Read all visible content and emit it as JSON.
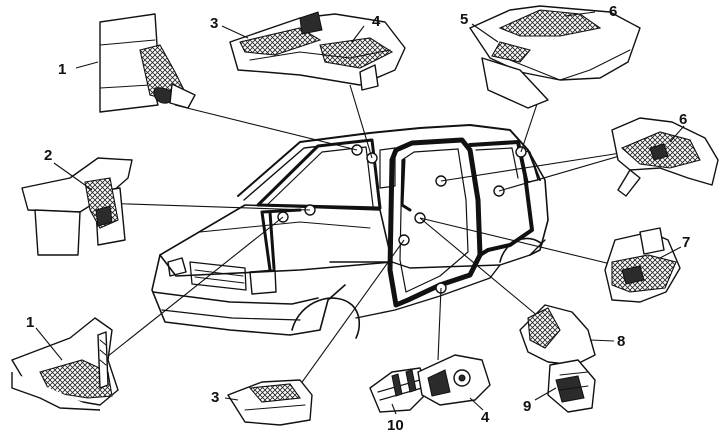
{
  "callouts": [
    {
      "id": "c1a",
      "text": "1"
    },
    {
      "id": "c2",
      "text": "2"
    },
    {
      "id": "c1b",
      "text": "1"
    },
    {
      "id": "c3a",
      "text": "3"
    },
    {
      "id": "c4a",
      "text": "4"
    },
    {
      "id": "c5",
      "text": "5"
    },
    {
      "id": "c6a",
      "text": "6"
    },
    {
      "id": "c6b",
      "text": "6"
    },
    {
      "id": "c7",
      "text": "7"
    },
    {
      "id": "c8",
      "text": "8"
    },
    {
      "id": "c9",
      "text": "9"
    },
    {
      "id": "c3b",
      "text": "3"
    },
    {
      "id": "c10",
      "text": "10"
    },
    {
      "id": "c4b",
      "text": "4"
    }
  ]
}
